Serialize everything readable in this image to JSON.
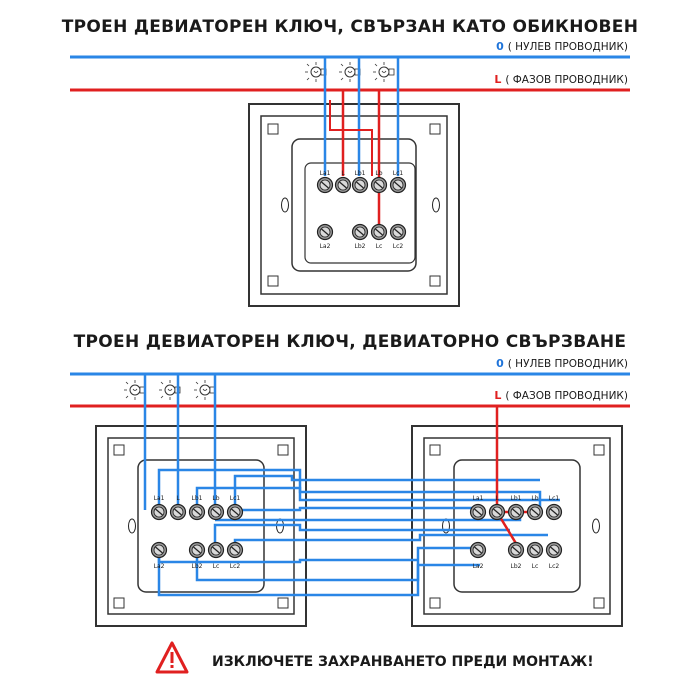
{
  "colors": {
    "neutral": "#2a86e6",
    "phase": "#e02020",
    "frame": "#333333",
    "warning": "#e02020"
  },
  "top": {
    "title": "ТРОЕН ДЕВИАТОРЕН КЛЮЧ, СВЪРЗАН КАТО ОБИКНОВЕН",
    "neutral_letter": "0",
    "neutral_text": "( НУЛЕВ ПРОВОДНИК)",
    "phase_letter": "L",
    "phase_text": "( ФАЗОВ ПРОВОДНИК)",
    "terminals_top": [
      "La1",
      "L",
      "Lb1",
      "Lb",
      "Lc1"
    ],
    "terminals_bottom": [
      "La2",
      "Lb2",
      "Lc",
      "Lc2"
    ]
  },
  "bottom": {
    "title": "ТРОЕН ДЕВИАТОРЕН КЛЮЧ, ДЕВИАТОРНО СВЪРЗВАНЕ",
    "neutral_letter": "0",
    "neutral_text": "( НУЛЕВ ПРОВОДНИК)",
    "phase_letter": "L",
    "phase_text": "( ФАЗОВ ПРОВОДНИК)",
    "left_terminals_top": [
      "La1",
      "L",
      "Lb1",
      "Lb",
      "Lc1"
    ],
    "left_terminals_bottom": [
      "La2",
      "Lb2",
      "Lc",
      "Lc2"
    ],
    "right_terminals_top": [
      "La1",
      "L",
      "Lb1",
      "Lb",
      "Lc1"
    ],
    "right_terminals_bottom": [
      "La2",
      "Lb2",
      "Lc",
      "Lc2"
    ]
  },
  "warning": {
    "text": "ИЗКЛЮЧЕТЕ ЗАХРАНВАНЕТО ПРЕДИ МОНТАЖ!",
    "icon": "warning-triangle-icon"
  }
}
